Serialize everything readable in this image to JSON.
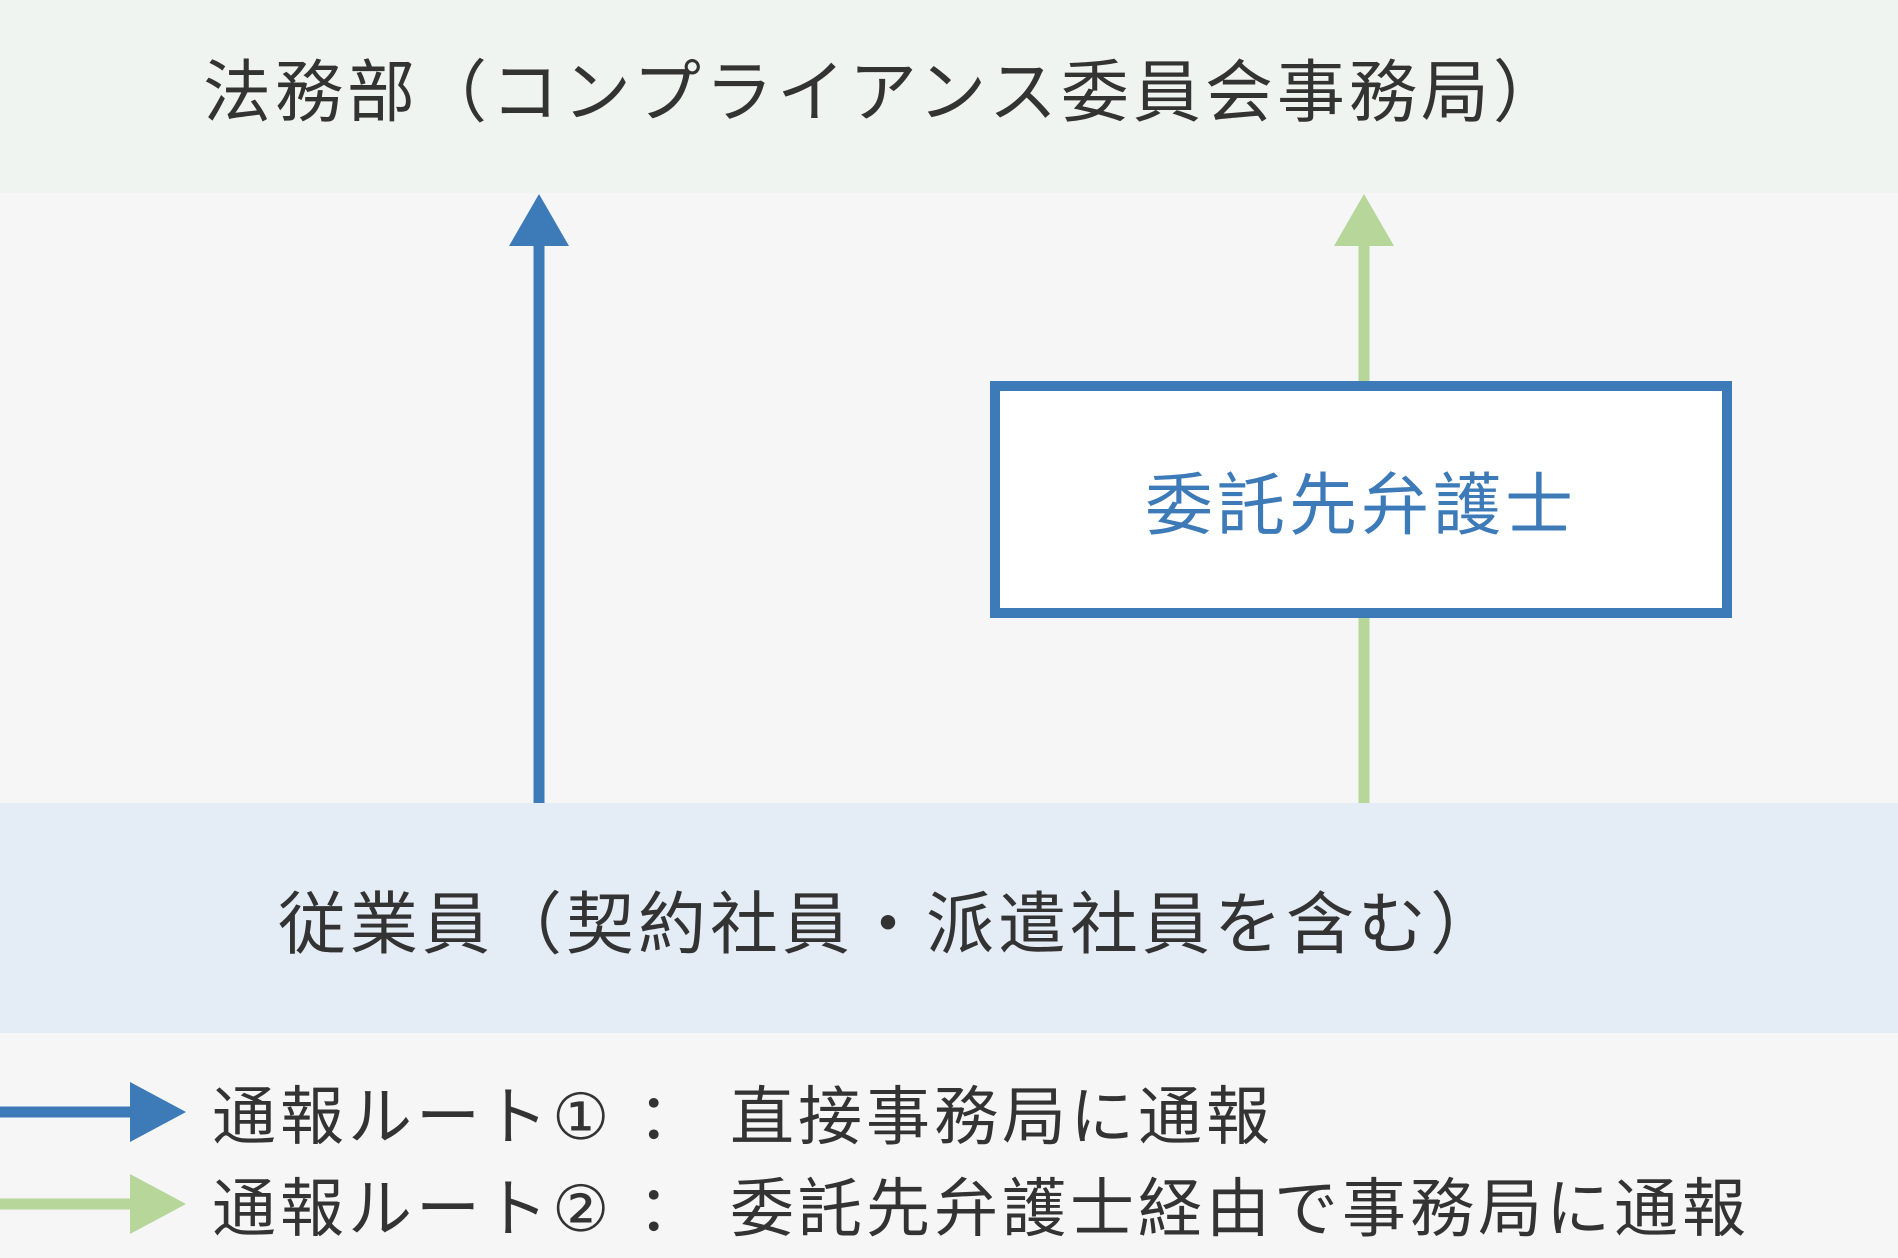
{
  "header_node": {
    "label": "法務部（コンプライアンス委員会事務局）"
  },
  "intermediate_node": {
    "label": "委託先弁護士"
  },
  "source_node": {
    "label": "従業員（契約社員・派遣社員を含む）"
  },
  "routes": [
    {
      "label": "通報ルート①  ： 直接事務局に通報",
      "color": "#3d7ab8"
    },
    {
      "label": "通報ルート②  ： 委託先弁護士経由で事務局に通報",
      "color": "#b6d69a"
    }
  ]
}
